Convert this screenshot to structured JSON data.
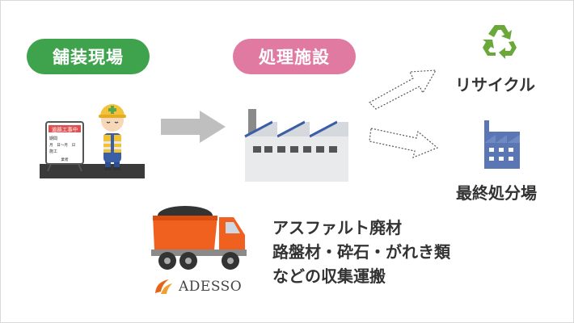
{
  "steps": {
    "site": "舗装現場",
    "facility": "処理施設"
  },
  "outputs": {
    "recycle": "リサイクル",
    "landfill": "最終処分場"
  },
  "sign": {
    "title": "道路工事中",
    "line1": "期間",
    "line2": "月　日～月　日",
    "line3": "施工",
    "footer": "業者"
  },
  "description": [
    "アスファルト廃材",
    "路盤材・砕石・がれき類",
    "などの収集運搬"
  ],
  "brand": {
    "name": "ADESSO"
  },
  "colors": {
    "site_pill": "#3fa34d",
    "facility_pill": "#e07aa0",
    "arrow_gray": "#bfbfbf",
    "recycle_green": "#6aa83a",
    "factory_blue": "#5a76b4",
    "truck_orange": "#f0601e",
    "brand_orange": "#e8631a",
    "text": "#333333"
  },
  "icons": [
    "worker-icon",
    "construction-sign-icon",
    "factory-icon",
    "recycle-icon",
    "landfill-factory-icon",
    "dump-truck-icon",
    "adesso-logo-icon"
  ]
}
